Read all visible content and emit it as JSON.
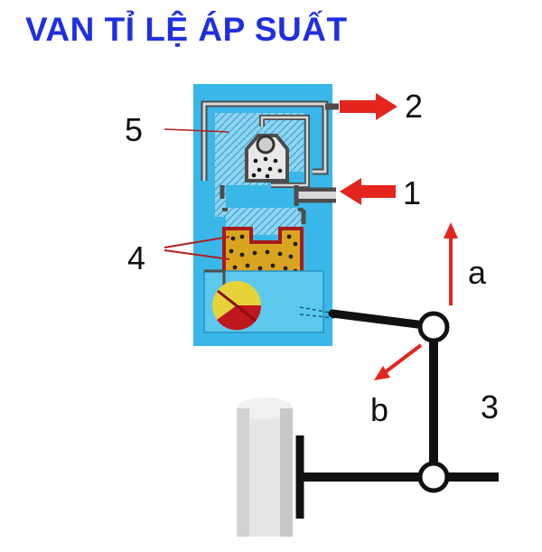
{
  "title": "VAN TỈ LỆ ÁP SUẤT",
  "colors": {
    "title": "#1f2fe0",
    "housing": "#39b7e8",
    "arrow": "#e3251d",
    "piston": "#d9a521",
    "cam_red": "#c0171c",
    "cam_yellow": "#e6d33a",
    "lever": "#111111"
  },
  "labels": {
    "port_out": "2",
    "port_in": "1",
    "part_5": "5",
    "part_4": "4",
    "dir_a": "a",
    "dir_b": "b",
    "part_3": "3"
  }
}
